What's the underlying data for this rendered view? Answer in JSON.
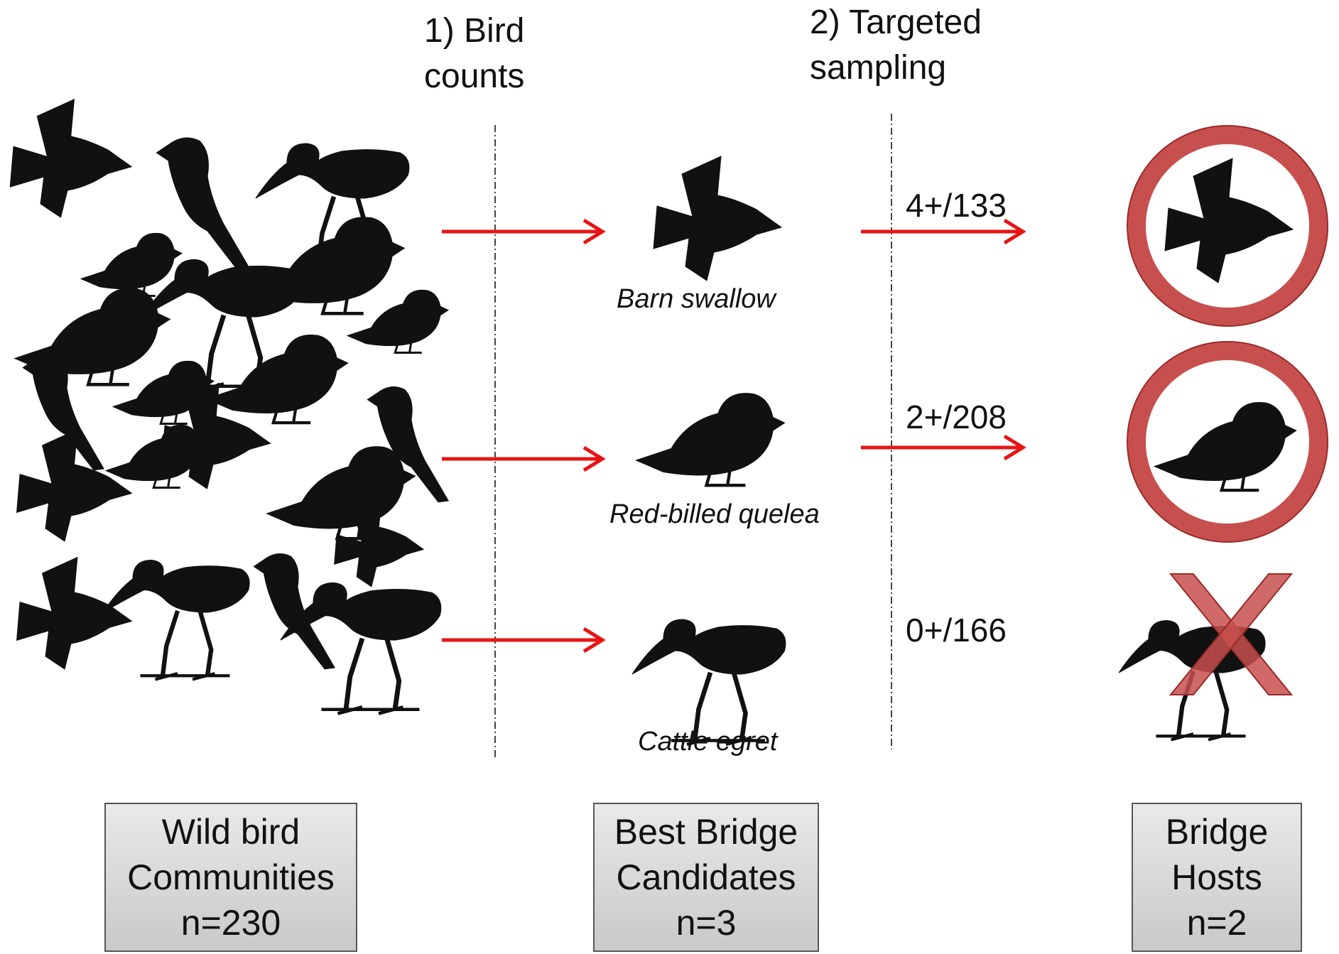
{
  "steps": [
    {
      "line1": "1) Bird",
      "line2": "counts"
    },
    {
      "line1": "2) Targeted",
      "line2": "sampling"
    }
  ],
  "candidates": [
    {
      "name": "Barn swallow",
      "positives": "4+/133",
      "is_bridge_host": true,
      "bird": "swallow"
    },
    {
      "name": "Red-billed quelea",
      "positives": "2+/208",
      "is_bridge_host": true,
      "bird": "finch"
    },
    {
      "name": "Cattle egret",
      "positives": "0+/166",
      "is_bridge_host": false,
      "bird": "egret"
    }
  ],
  "stages": [
    {
      "line1": "Wild bird",
      "line2": "Communities",
      "line3": "n=230"
    },
    {
      "line1": "Best Bridge",
      "line2": "Candidates",
      "line3": "n=3"
    },
    {
      "line1": "Bridge",
      "line2": "Hosts",
      "line3": "n=2"
    }
  ],
  "icons": {
    "community": "bird-silhouettes-cluster-icon",
    "swallow": "swallow-silhouette-icon",
    "finch": "quelea-silhouette-icon",
    "egret": "egret-silhouette-icon",
    "host_marker": "circle-icon",
    "rejected_marker": "x-cross-icon"
  },
  "colors": {
    "arrow": "#e81414",
    "marker_fill": "#c7504e",
    "marker_stroke": "#9a2a28",
    "silhouette": "#111111",
    "box_border": "#555555"
  }
}
